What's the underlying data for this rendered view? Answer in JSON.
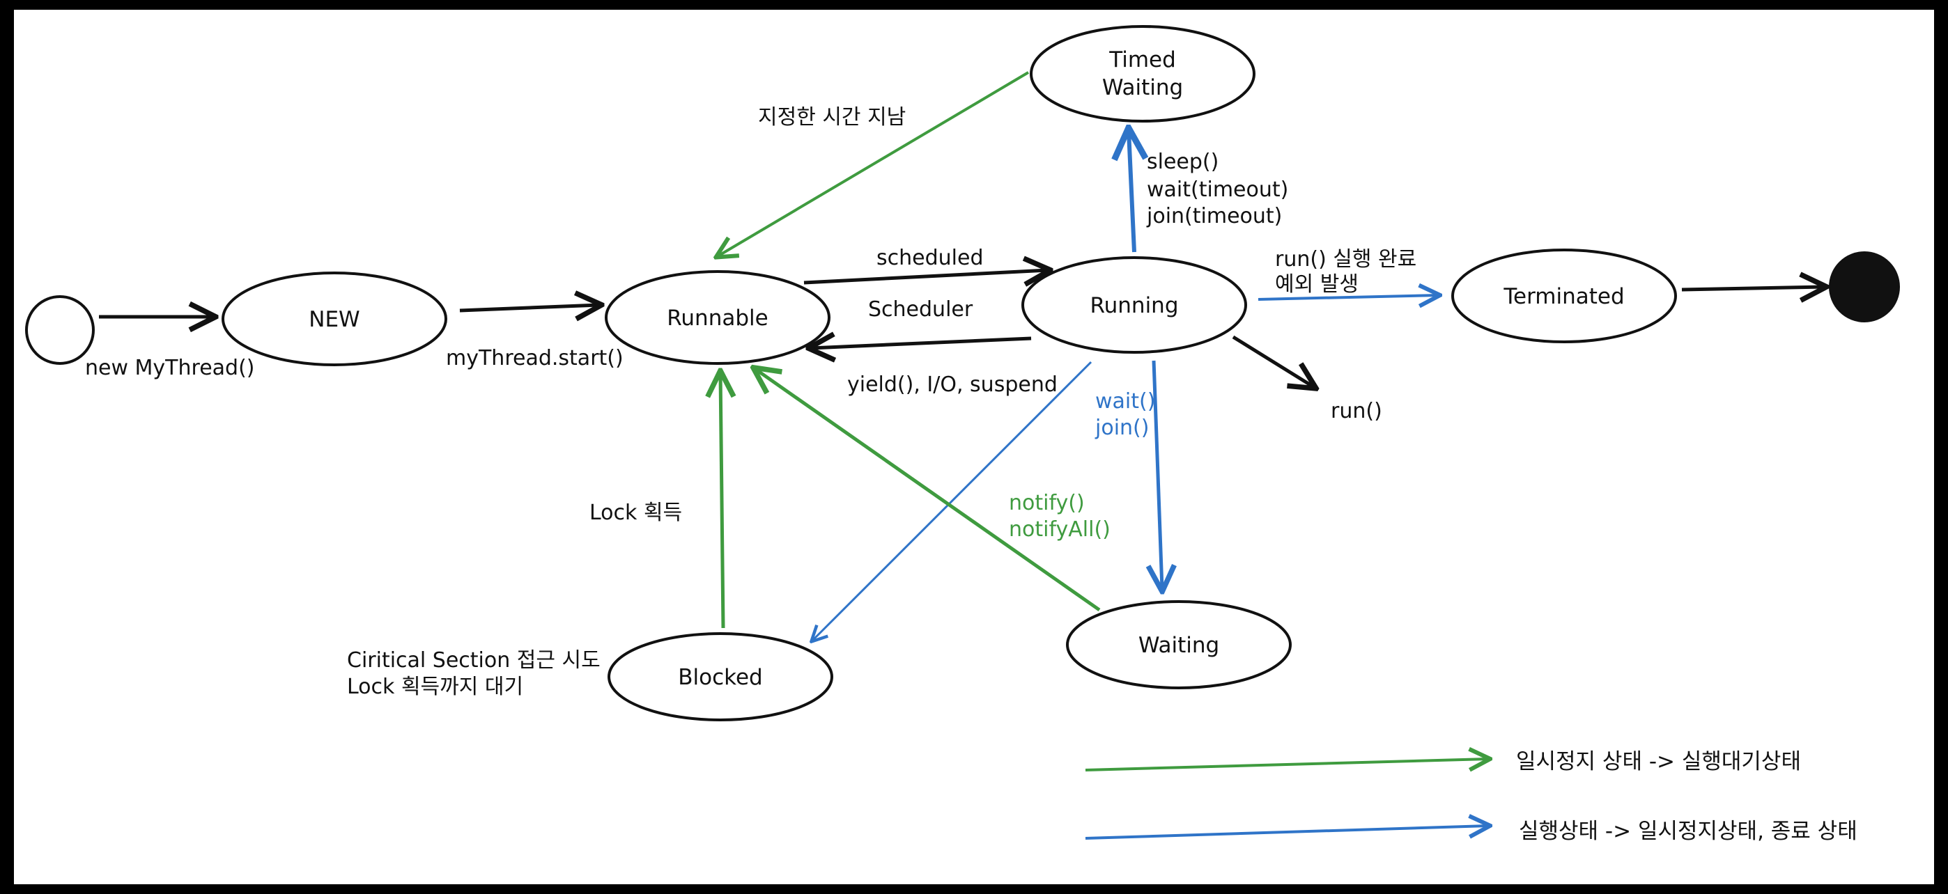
{
  "colors": {
    "background": "#000000",
    "canvas": "#ffffff",
    "black_arrow": "#111111",
    "green_arrow": "#3f9b3f",
    "blue_arrow": "#2f74c8"
  },
  "states": {
    "new": "NEW",
    "runnable": "Runnable",
    "running": "Running",
    "terminated": "Terminated",
    "timed_waiting_line1": "Timed",
    "timed_waiting_line2": "Waiting",
    "waiting": "Waiting",
    "blocked": "Blocked"
  },
  "edges": {
    "new_mythread": "new MyThread()",
    "mythread_start": "myThread.start()",
    "scheduled": "scheduled",
    "scheduler": "Scheduler",
    "yield_io_suspend": "yield(), I/O, suspend",
    "run_complete_line1": "run() 실행 완료",
    "run_complete_line2": "예외 발생",
    "run": "run()",
    "sleep": "sleep()",
    "wait_timeout": "wait(timeout)",
    "join_timeout": "join(timeout)",
    "time_elapsed": "지정한 시간 지남",
    "wait": "wait()",
    "join": "join()",
    "notify": "notify()",
    "notify_all": "notifyAll()",
    "lock_acquire": "Lock 획득",
    "critical_line1": "Ciritical Section 접근 시도",
    "critical_line2": "Lock 획득까지 대기"
  },
  "legend": {
    "green": "일시정지 상태 -> 실행대기상태",
    "blue": "실행상태 -> 일시정지상태, 종료 상태"
  }
}
